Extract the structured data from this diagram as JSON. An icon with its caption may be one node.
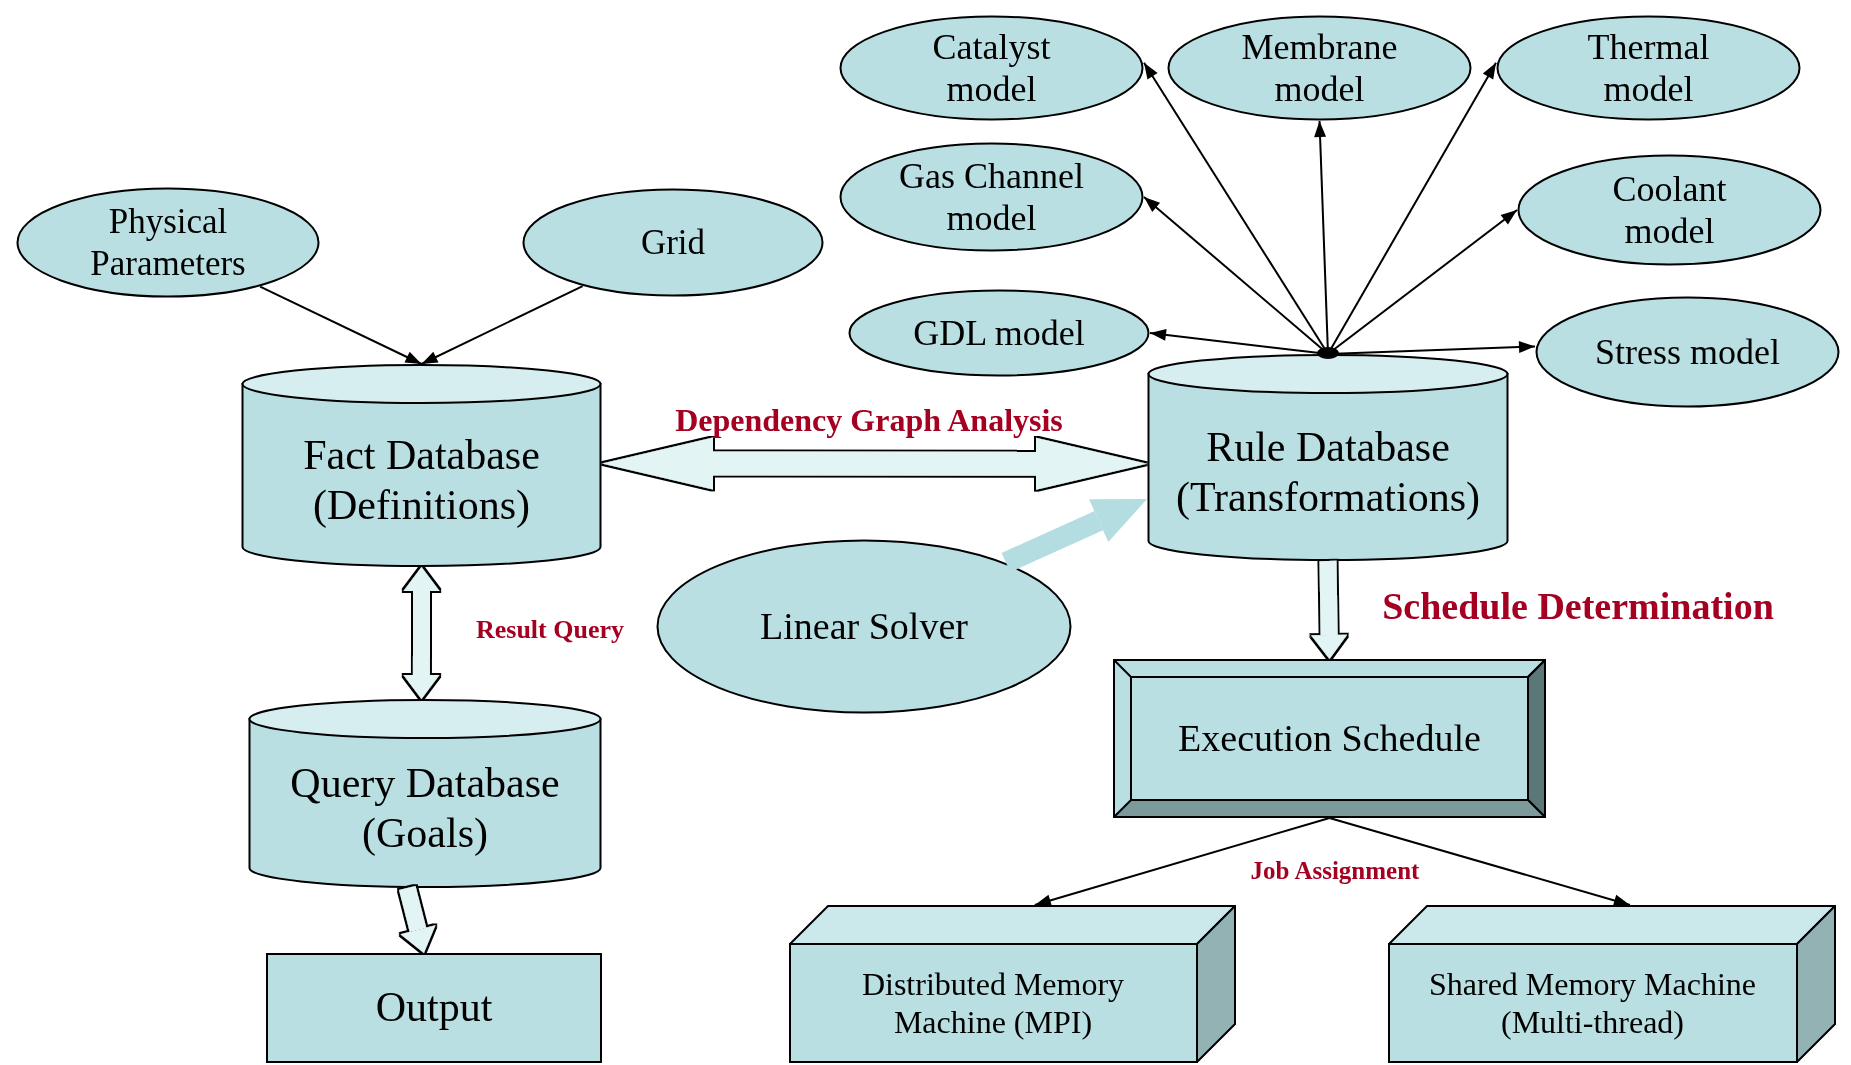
{
  "diagram": {
    "nodes": [
      {
        "text": [
          "Physical Parameters"
        ]
      },
      {
        "text": [
          "Grid"
        ]
      },
      {
        "text": [
          "Fact Database (Definitions)"
        ]
      },
      {
        "text": [
          "Catalyst model"
        ]
      },
      {
        "text": [
          "Membrane model"
        ]
      },
      {
        "text": [
          "Thermal model"
        ]
      },
      {
        "text": [
          "Gas Channel model"
        ]
      },
      {
        "text": [
          "Coolant model"
        ]
      },
      {
        "text": [
          "GDL model"
        ]
      },
      {
        "text": [
          "Stress model"
        ]
      },
      {
        "text": [
          "Rule Database (Transformations)"
        ]
      },
      {
        "text": [
          "Linear Solver"
        ]
      },
      {
        "text": [
          "Query Database (Goals)"
        ]
      },
      {
        "text": [
          "Output"
        ]
      },
      {
        "text": [
          "Execution Schedule"
        ]
      },
      {
        "text": [
          "Distributed Memory Machine (MPI)"
        ]
      },
      {
        "text": [
          "Shared Memory Machine (Multi-thread)"
        ]
      }
    ],
    "edges": [
      {
        "from": 0,
        "to": 2,
        "arrow": "to"
      },
      {
        "from": 1,
        "to": 2,
        "arrow": "to"
      },
      {
        "from": 2,
        "to": 10,
        "arrow": "both",
        "style": "thick",
        "color": "#e3f4f5",
        "label": "Dependency Graph Analysis"
      },
      {
        "from": 2,
        "to": 12,
        "arrow": "both",
        "style": "thick",
        "color": "#e3f4f5",
        "label": "Result Query"
      },
      {
        "from": 12,
        "to": 13,
        "arrow": "to",
        "style": "thick",
        "color": "#e3f4f5"
      },
      {
        "from": 10,
        "to": 14,
        "arrow": "to",
        "style": "thick",
        "color": "#e3f4f5",
        "label": "Schedule Determination"
      },
      {
        "from": 11,
        "to": 10,
        "arrow": "to",
        "style": "thick",
        "color": "#b4dde1"
      },
      {
        "from": 10,
        "to": 3,
        "arrow": "to"
      },
      {
        "from": 10,
        "to": 4,
        "arrow": "to"
      },
      {
        "from": 10,
        "to": 5,
        "arrow": "to"
      },
      {
        "from": 10,
        "to": 6,
        "arrow": "to"
      },
      {
        "from": 10,
        "to": 7,
        "arrow": "to"
      },
      {
        "from": 10,
        "to": 8,
        "arrow": "to"
      },
      {
        "from": 10,
        "to": 9,
        "arrow": "to"
      },
      {
        "from": 14,
        "to": 15,
        "arrow": "to",
        "label": "Job Assignment"
      },
      {
        "from": 14,
        "to": 16,
        "arrow": "to"
      }
    ]
  }
}
